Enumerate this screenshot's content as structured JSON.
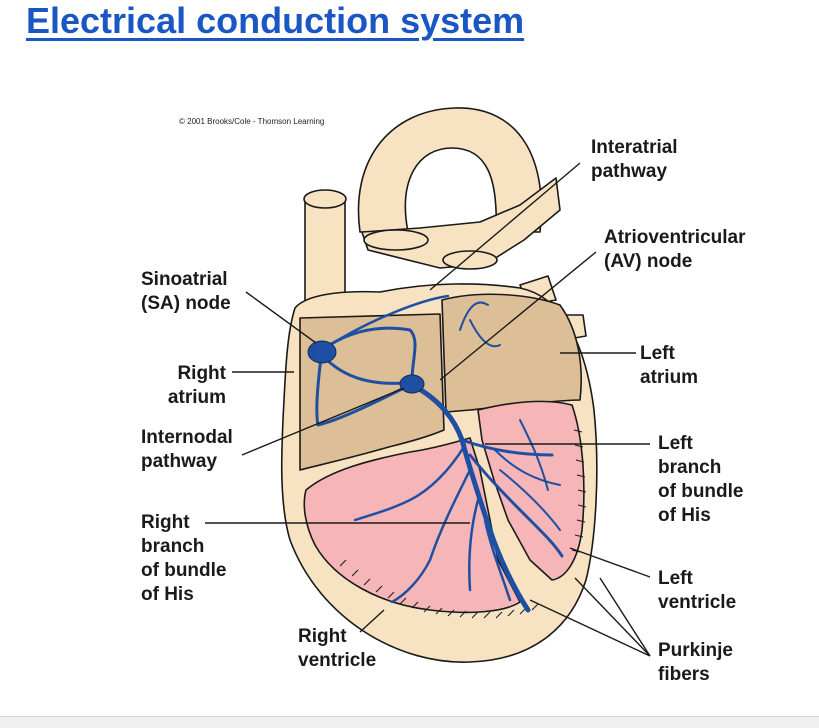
{
  "title": "Electrical conduction system",
  "copyright": "© 2001 Brooks/Cole - Thomson Learning",
  "labels": {
    "sa_node": [
      "Sinoatrial",
      "(SA) node"
    ],
    "right_atrium": [
      "Right",
      "atrium"
    ],
    "internodal": [
      "Internodal",
      "pathway"
    ],
    "right_branch": [
      "Right",
      "branch",
      "of bundle",
      "of His"
    ],
    "right_ventricle": [
      "Right",
      "ventricle"
    ],
    "interatrial": [
      "Interatrial",
      "pathway"
    ],
    "av_node": [
      "Atrioventricular",
      "(AV) node"
    ],
    "left_atrium": [
      "Left",
      "atrium"
    ],
    "left_branch": [
      "Left",
      "branch",
      "of bundle",
      "of His"
    ],
    "left_ventricle": [
      "Left",
      "ventricle"
    ],
    "purkinje": [
      "Purkinje",
      "fibers"
    ]
  },
  "colors": {
    "title": "#1a56c4",
    "heart_wall": "#f7e3c2",
    "atrium_fill": "#ddbf97",
    "ventricle_fill": "#f6b6b8",
    "conduction": "#1f4fa3"
  }
}
